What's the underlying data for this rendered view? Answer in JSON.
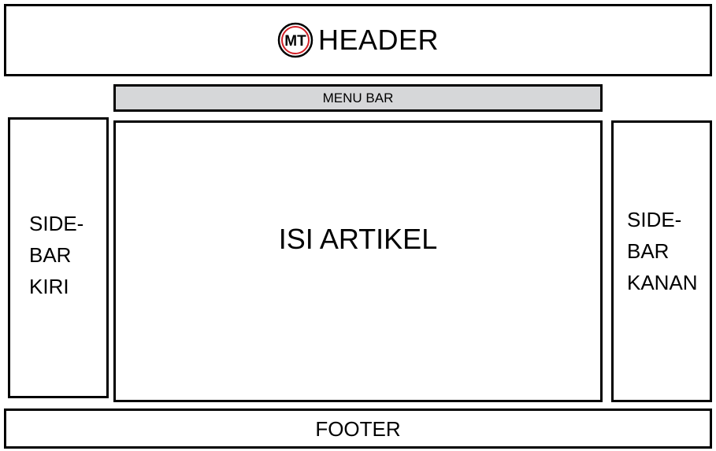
{
  "header": {
    "logo_text": "MT",
    "label": "HEADER",
    "logo_colors": {
      "ring": "#d11f26",
      "letters": "#000000"
    }
  },
  "menubar": {
    "label": "MENU BAR",
    "fill": "#d6d7d9"
  },
  "sidebar_left": {
    "label": "SIDE-\nBAR\nKIRI"
  },
  "content": {
    "label": "ISI ARTIKEL"
  },
  "sidebar_right": {
    "label": "SIDE-\nBAR\nKANAN"
  },
  "footer": {
    "label": "FOOTER"
  }
}
